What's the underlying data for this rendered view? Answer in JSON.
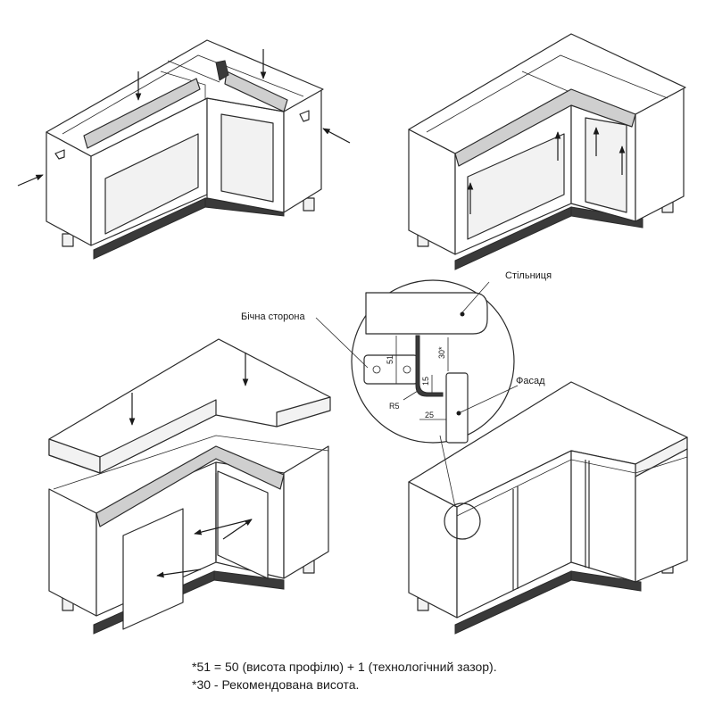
{
  "labels": {
    "countertop": "Стільниця",
    "side_panel": "Бічна сторона",
    "facade": "Фасад"
  },
  "dimensions": {
    "profile_height": "51",
    "recommended_height": "30*",
    "gap": "15",
    "radius": "R5",
    "depth": "25"
  },
  "footnotes": {
    "line1": "*51 = 50 (висота профілю) + 1 (технологічний зазор).",
    "line2": "*30 - Рекомендована висота."
  }
}
